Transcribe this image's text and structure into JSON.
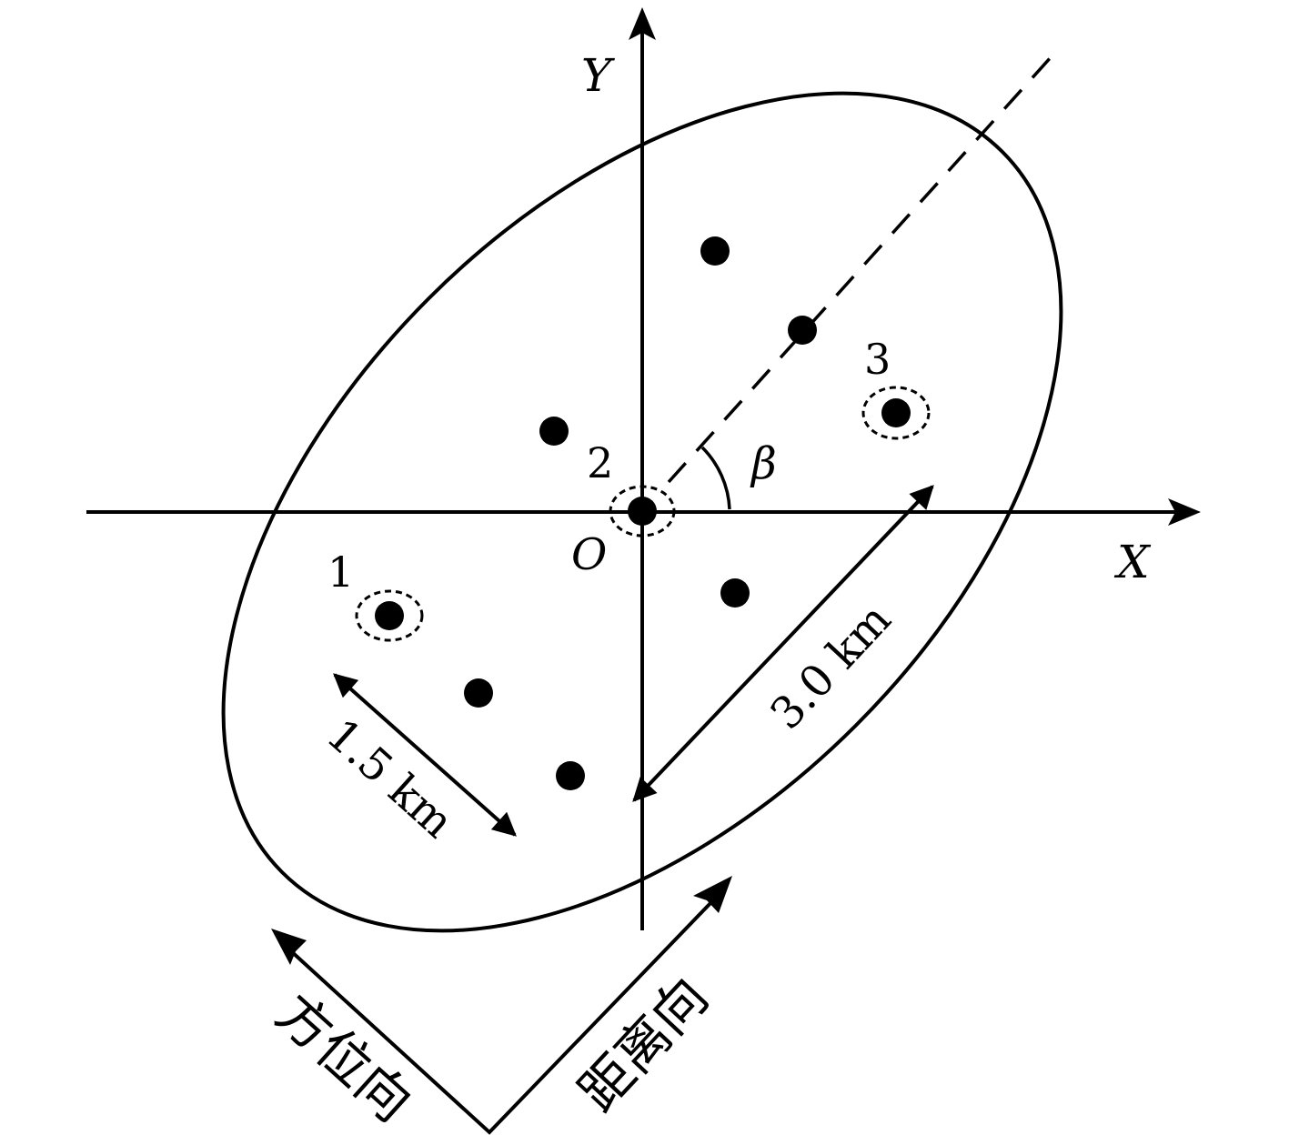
{
  "labels": {
    "y_axis": "Y",
    "x_axis": "X",
    "origin": "O",
    "angle": "β",
    "point_1": "1",
    "point_2": "2",
    "point_3": "3",
    "dim_short": "1.5 km",
    "dim_long": "3.0 km",
    "azimuth_dir": "方位向",
    "range_dir": "距离向"
  },
  "colors": {
    "stroke": "#000000",
    "background": "#ffffff"
  }
}
